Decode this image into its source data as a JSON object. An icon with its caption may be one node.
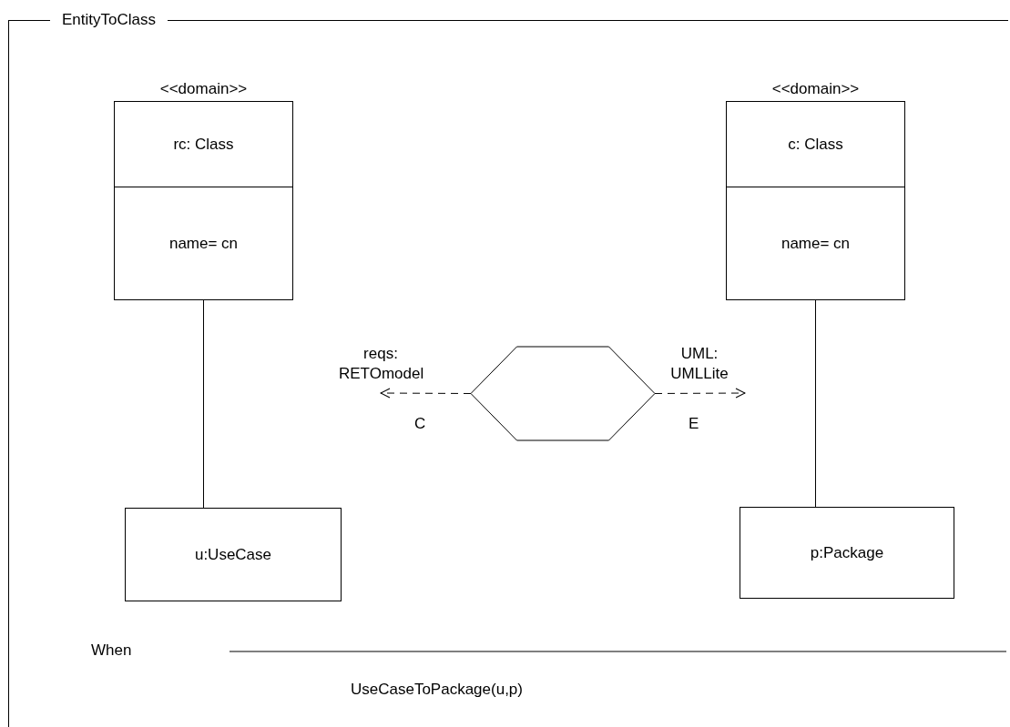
{
  "diagram": {
    "nodes": [
      {
        "text": [
          "EntityToClass"
        ]
      },
      {
        "text": [
          "<<domain>>",
          "rc: Class",
          "name= cn"
        ],
        "in": 0
      },
      {
        "text": [
          "<<domain>>",
          "c: Class",
          "name= cn"
        ],
        "in": 0
      },
      {
        "text": [
          "u:UseCase"
        ],
        "in": 0
      },
      {
        "text": [
          "p:Package"
        ],
        "in": 0
      },
      {
        "text": [],
        "shape": "hexagon",
        "in": 0
      }
    ],
    "edges": [
      {
        "from": 1,
        "to": 3,
        "arrow": "none"
      },
      {
        "from": 2,
        "to": 4,
        "arrow": "none"
      },
      {
        "from": 5,
        "to": null,
        "arrow": "to",
        "style": "dashed",
        "label": "reqs: RETOmodel"
      },
      {
        "from": 5,
        "to": null,
        "arrow": "to",
        "style": "dashed",
        "label": "UML: UMLLite"
      }
    ],
    "labels": [
      "C",
      "E",
      "When",
      "UseCaseToPackage(u,p)"
    ]
  }
}
